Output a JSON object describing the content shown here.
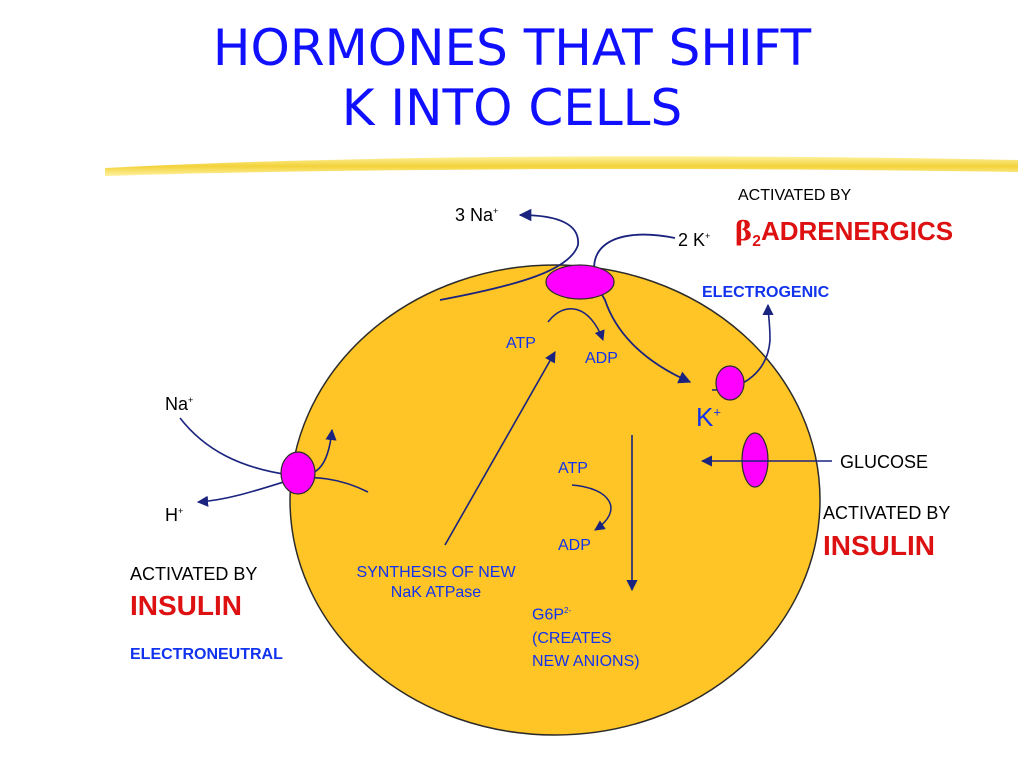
{
  "title": {
    "line1": "HORMONES THAT SHIFT",
    "line2": "K INTO CELLS"
  },
  "pump_top": {
    "na_label": "3 Na",
    "na_sup": "+",
    "k_label": "2 K",
    "k_sup": "+",
    "activated_by": "ACTIVATED BY",
    "beta": "β",
    "beta_sub": "2",
    "hormone": "ADRENERGICS",
    "mode": "ELECTROGENIC",
    "atp": "ATP",
    "adp": "ADP"
  },
  "exchanger_left": {
    "na_label": "Na",
    "na_sup": "+",
    "h_label": "H",
    "h_sup": "+",
    "activated_by": "ACTIVATED BY",
    "hormone": "INSULIN",
    "mode": "ELECTRONEUTRAL"
  },
  "synthesis": {
    "line1": "SYNTHESIS OF NEW",
    "line2": "NaK ATPase"
  },
  "intracellular": {
    "k_label": "K",
    "k_sup": "+"
  },
  "glucose_path": {
    "glucose": "GLUCOSE",
    "activated_by": "ACTIVATED BY",
    "hormone": "INSULIN",
    "atp": "ATP",
    "adp": "ADP",
    "product": "G6P",
    "product_sup": "2-",
    "note_line1": "(CREATES",
    "note_line2": "NEW ANIONS)"
  },
  "colors": {
    "title": "#1010ff",
    "cell": "#ffc425",
    "transporter": "#ff00ff",
    "arrow": "#1a237e",
    "hormone": "#dd1111",
    "mode": "#1133ee"
  }
}
